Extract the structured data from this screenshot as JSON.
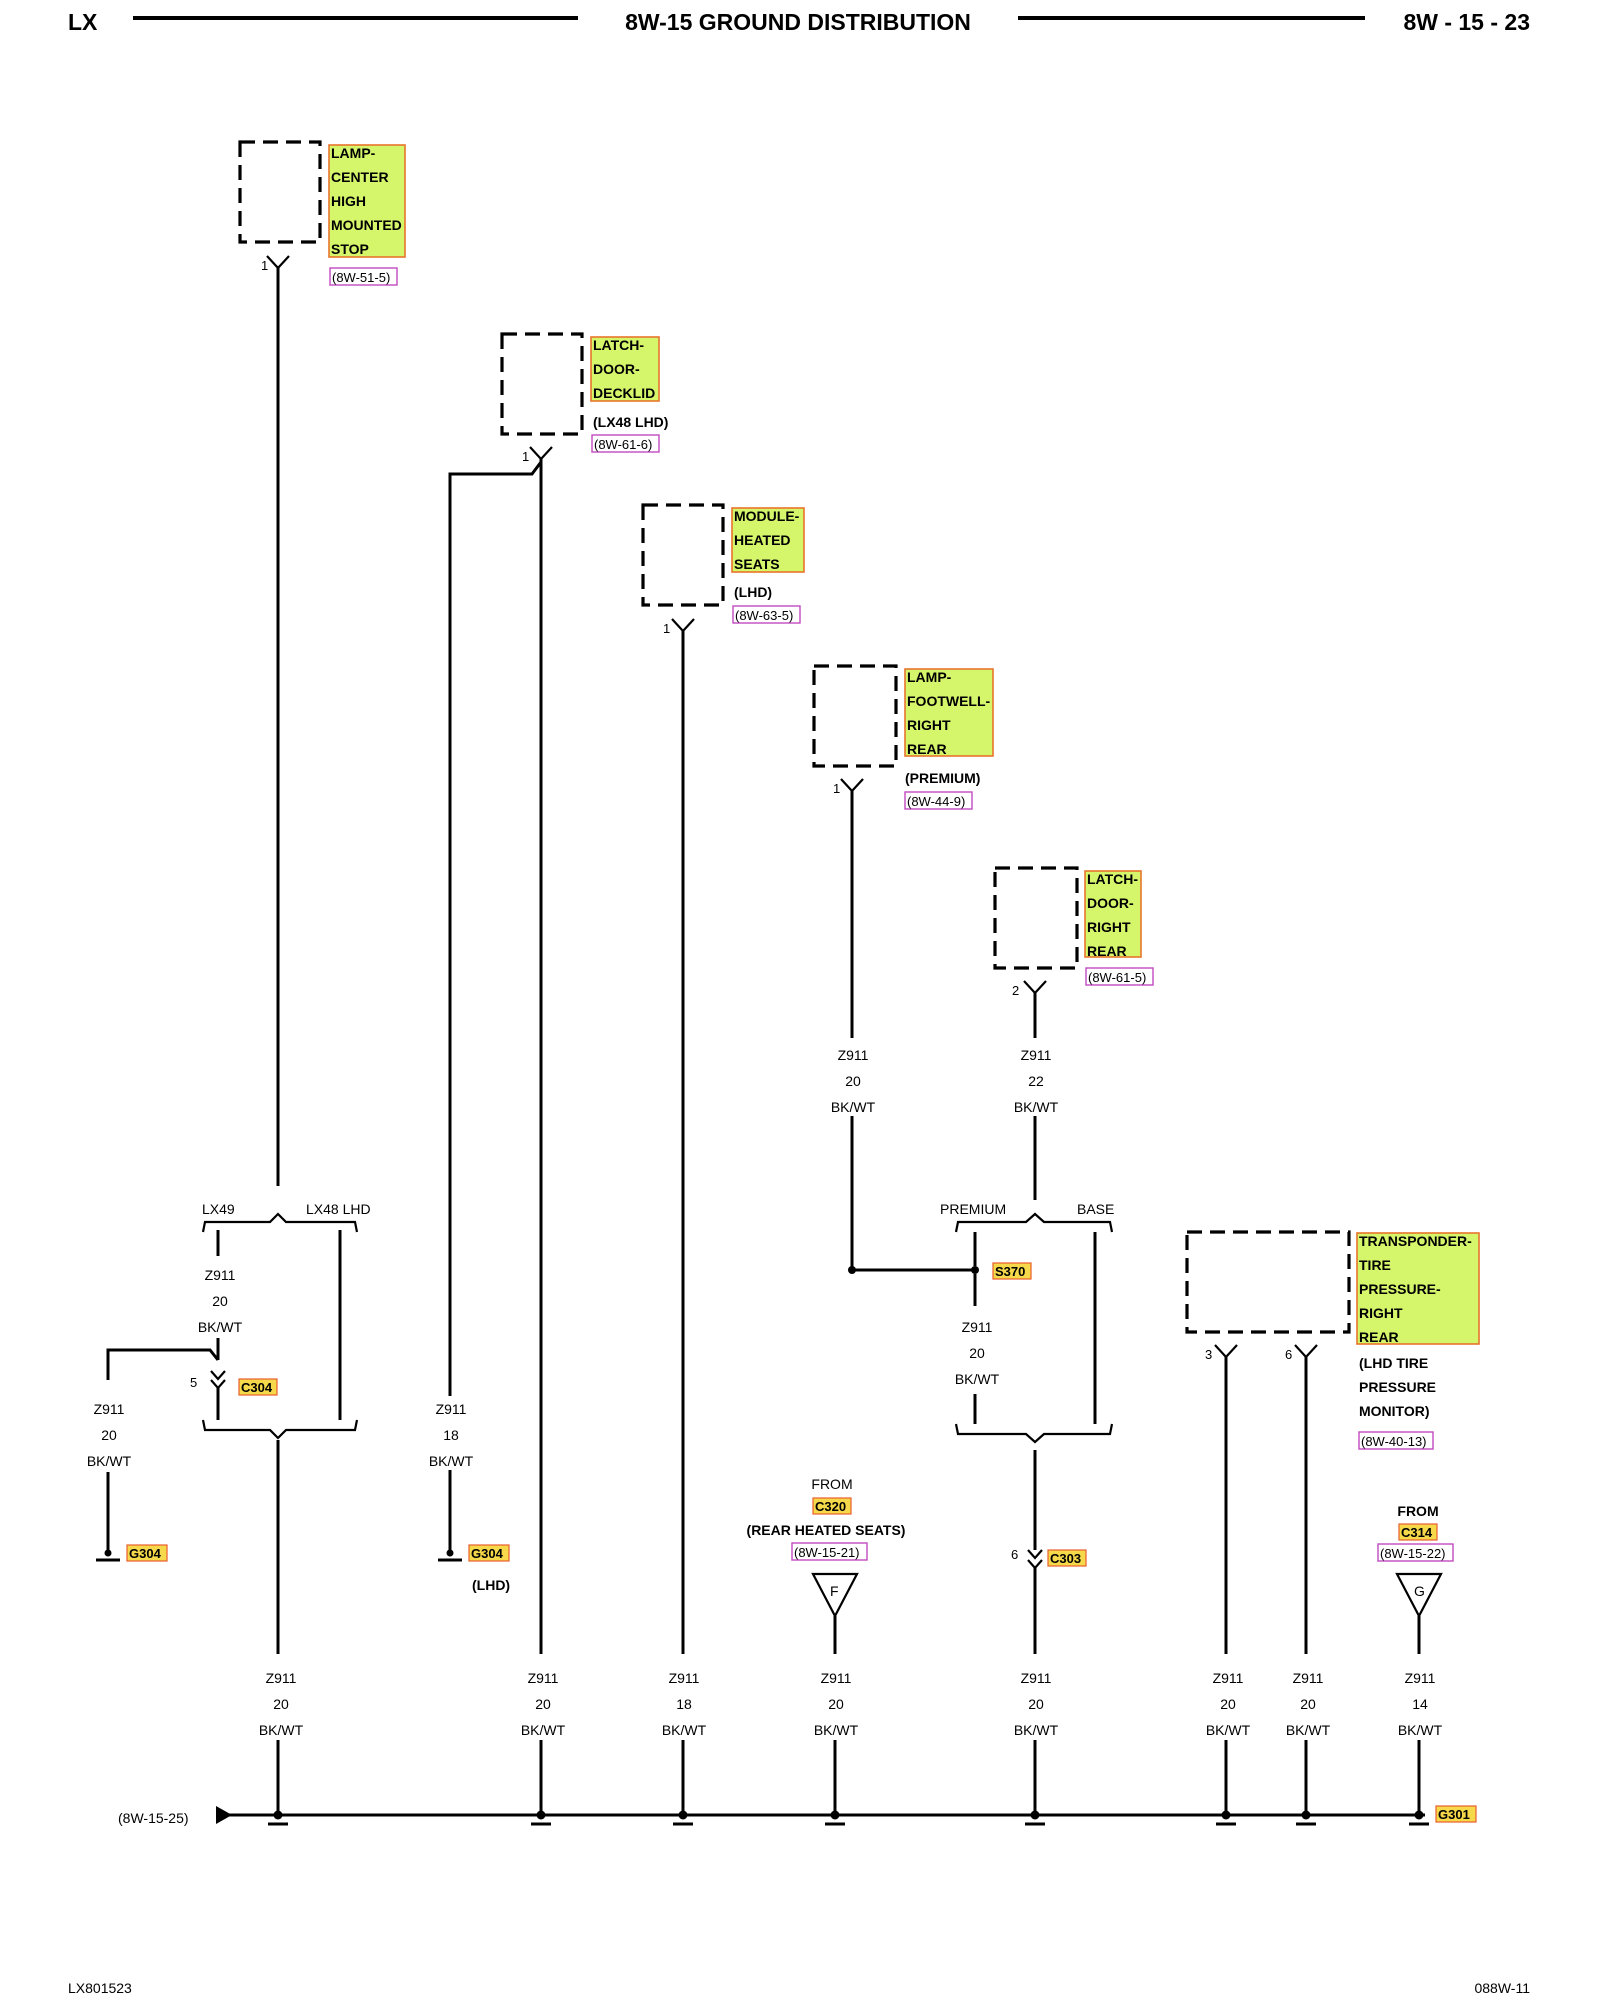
{
  "header": {
    "left": "LX",
    "title": "8W-15 GROUND DISTRIBUTION",
    "right": "8W - 15 - 23"
  },
  "footer": {
    "left": "LX801523",
    "right": "088W-11"
  },
  "components": {
    "chmsl": {
      "l1": "LAMP-",
      "l2": "CENTER",
      "l3": "HIGH",
      "l4": "MOUNTED",
      "l5": "STOP",
      "ref": "(8W-51-5)",
      "pin": "1"
    },
    "decklid": {
      "l1": "LATCH-",
      "l2": "DOOR-",
      "l3": "DECKLID",
      "note": "(LX48 LHD)",
      "ref": "(8W-61-6)",
      "pin": "1"
    },
    "heated_seats": {
      "l1": "MODULE-",
      "l2": "HEATED",
      "l3": "SEATS",
      "note": "(LHD)",
      "ref": "(8W-63-5)",
      "pin": "1"
    },
    "footwell": {
      "l1": "LAMP-",
      "l2": "FOOTWELL-",
      "l3": "RIGHT",
      "l4": "REAR",
      "note": "(PREMIUM)",
      "ref": "(8W-44-9)",
      "pin": "1"
    },
    "rr_latch": {
      "l1": "LATCH-",
      "l2": "DOOR-",
      "l3": "RIGHT",
      "l4": "REAR",
      "ref": "(8W-61-5)",
      "pin": "2"
    },
    "tpm": {
      "l1": "TRANSPONDER-",
      "l2": "TIRE",
      "l3": "PRESSURE-",
      "l4": "RIGHT",
      "l5": "REAR",
      "n1": "(LHD TIRE",
      "n2": "PRESSURE",
      "n3": "MONITOR)",
      "ref": "(8W-40-13)",
      "pin_a": "3",
      "pin_b": "6"
    }
  },
  "labels": {
    "lx49": "LX49",
    "lx48lhd": "LX48 LHD",
    "premium": "PREMIUM",
    "base": "BASE",
    "lhd_note": "(LHD)",
    "from_c320": {
      "from": "FROM",
      "conn": "C320",
      "note": "(REAR HEATED SEATS)",
      "ref": "(8W-15-21)",
      "letter": "F"
    },
    "from_c314": {
      "from": "FROM",
      "conn": "C314",
      "ref": "(8W-15-22)",
      "letter": "G"
    },
    "bus_ref": "(8W-15-25)"
  },
  "connectors": {
    "c304": "C304",
    "c304_pin": "5",
    "s370": "S370",
    "c303": "C303",
    "c303_pin": "6",
    "g304a": "G304",
    "g304b": "G304",
    "g301": "G301"
  },
  "wires": {
    "fw": {
      "c": "Z911",
      "g": "20",
      "k": "BK/WT"
    },
    "rl": {
      "c": "Z911",
      "g": "22",
      "k": "BK/WT"
    },
    "lx49": {
      "c": "Z911",
      "g": "20",
      "k": "BK/WT"
    },
    "g304a": {
      "c": "Z911",
      "g": "20",
      "k": "BK/WT"
    },
    "g304b": {
      "c": "Z911",
      "g": "18",
      "k": "BK/WT"
    },
    "s370": {
      "c": "Z911",
      "g": "20",
      "k": "BK/WT"
    },
    "b1": {
      "c": "Z911",
      "g": "20",
      "k": "BK/WT"
    },
    "b2": {
      "c": "Z911",
      "g": "20",
      "k": "BK/WT"
    },
    "b3": {
      "c": "Z911",
      "g": "18",
      "k": "BK/WT"
    },
    "b4": {
      "c": "Z911",
      "g": "20",
      "k": "BK/WT"
    },
    "b5": {
      "c": "Z911",
      "g": "20",
      "k": "BK/WT"
    },
    "b6": {
      "c": "Z911",
      "g": "20",
      "k": "BK/WT"
    },
    "b7": {
      "c": "Z911",
      "g": "20",
      "k": "BK/WT"
    },
    "b8": {
      "c": "Z911",
      "g": "14",
      "k": "BK/WT"
    }
  }
}
